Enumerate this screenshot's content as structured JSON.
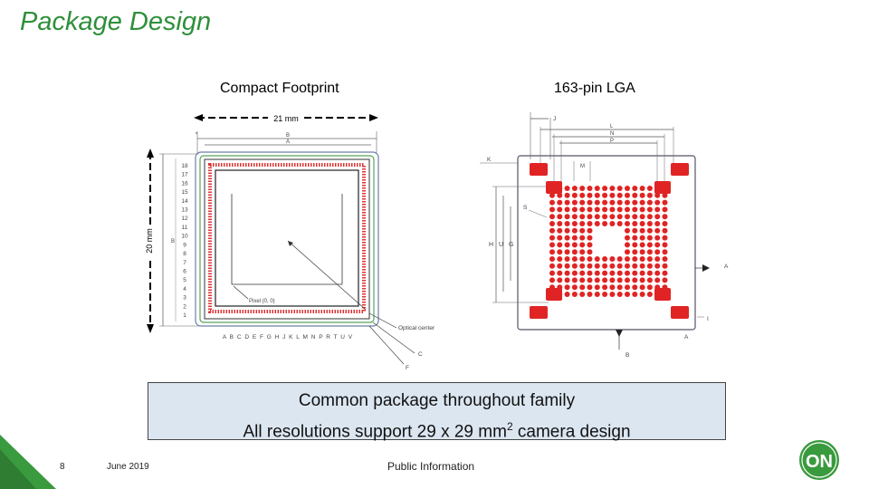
{
  "slide": {
    "title": "Package Design",
    "caption_left": "Compact Footprint",
    "caption_right": "163-pin LGA",
    "callout_line1": "Common package throughout family",
    "callout_line2_prefix": "All resolutions support 29 x 29 mm",
    "callout_line2_sup": "2",
    "callout_line2_suffix": " camera design",
    "page_number": "8",
    "date": "June 2019",
    "classification": "Public Information",
    "logo_text": "ON"
  },
  "left_diagram": {
    "width_label": "21 mm",
    "height_label": "20 mm",
    "dim_b": "B",
    "dim_a": "A",
    "side_b": "B",
    "row_labels": [
      "18",
      "17",
      "16",
      "15",
      "14",
      "13",
      "12",
      "11",
      "10",
      "9",
      "8",
      "7",
      "6",
      "5",
      "4",
      "3",
      "2",
      "1"
    ],
    "col_labels": "A B C D E F G H J K L M N P R T U V",
    "pixel_label": "Pixel (0, 0)",
    "optical_label": "Optical center",
    "callout_c": "C",
    "callout_f": "F"
  },
  "right_diagram": {
    "label_j": "J",
    "label_l": "L",
    "label_n": "N",
    "label_p": "P",
    "label_k": "K",
    "label_m": "M",
    "label_s": "S",
    "label_side": "H U G",
    "label_a_right": "A",
    "label_a_bottom": "A",
    "label_i": "I",
    "label_b": "B"
  },
  "colors": {
    "title_green": "#2f8f3a",
    "pad_red": "#e02424",
    "callout_bg": "#dce6f1",
    "logo_green": "#3a9a3e"
  }
}
